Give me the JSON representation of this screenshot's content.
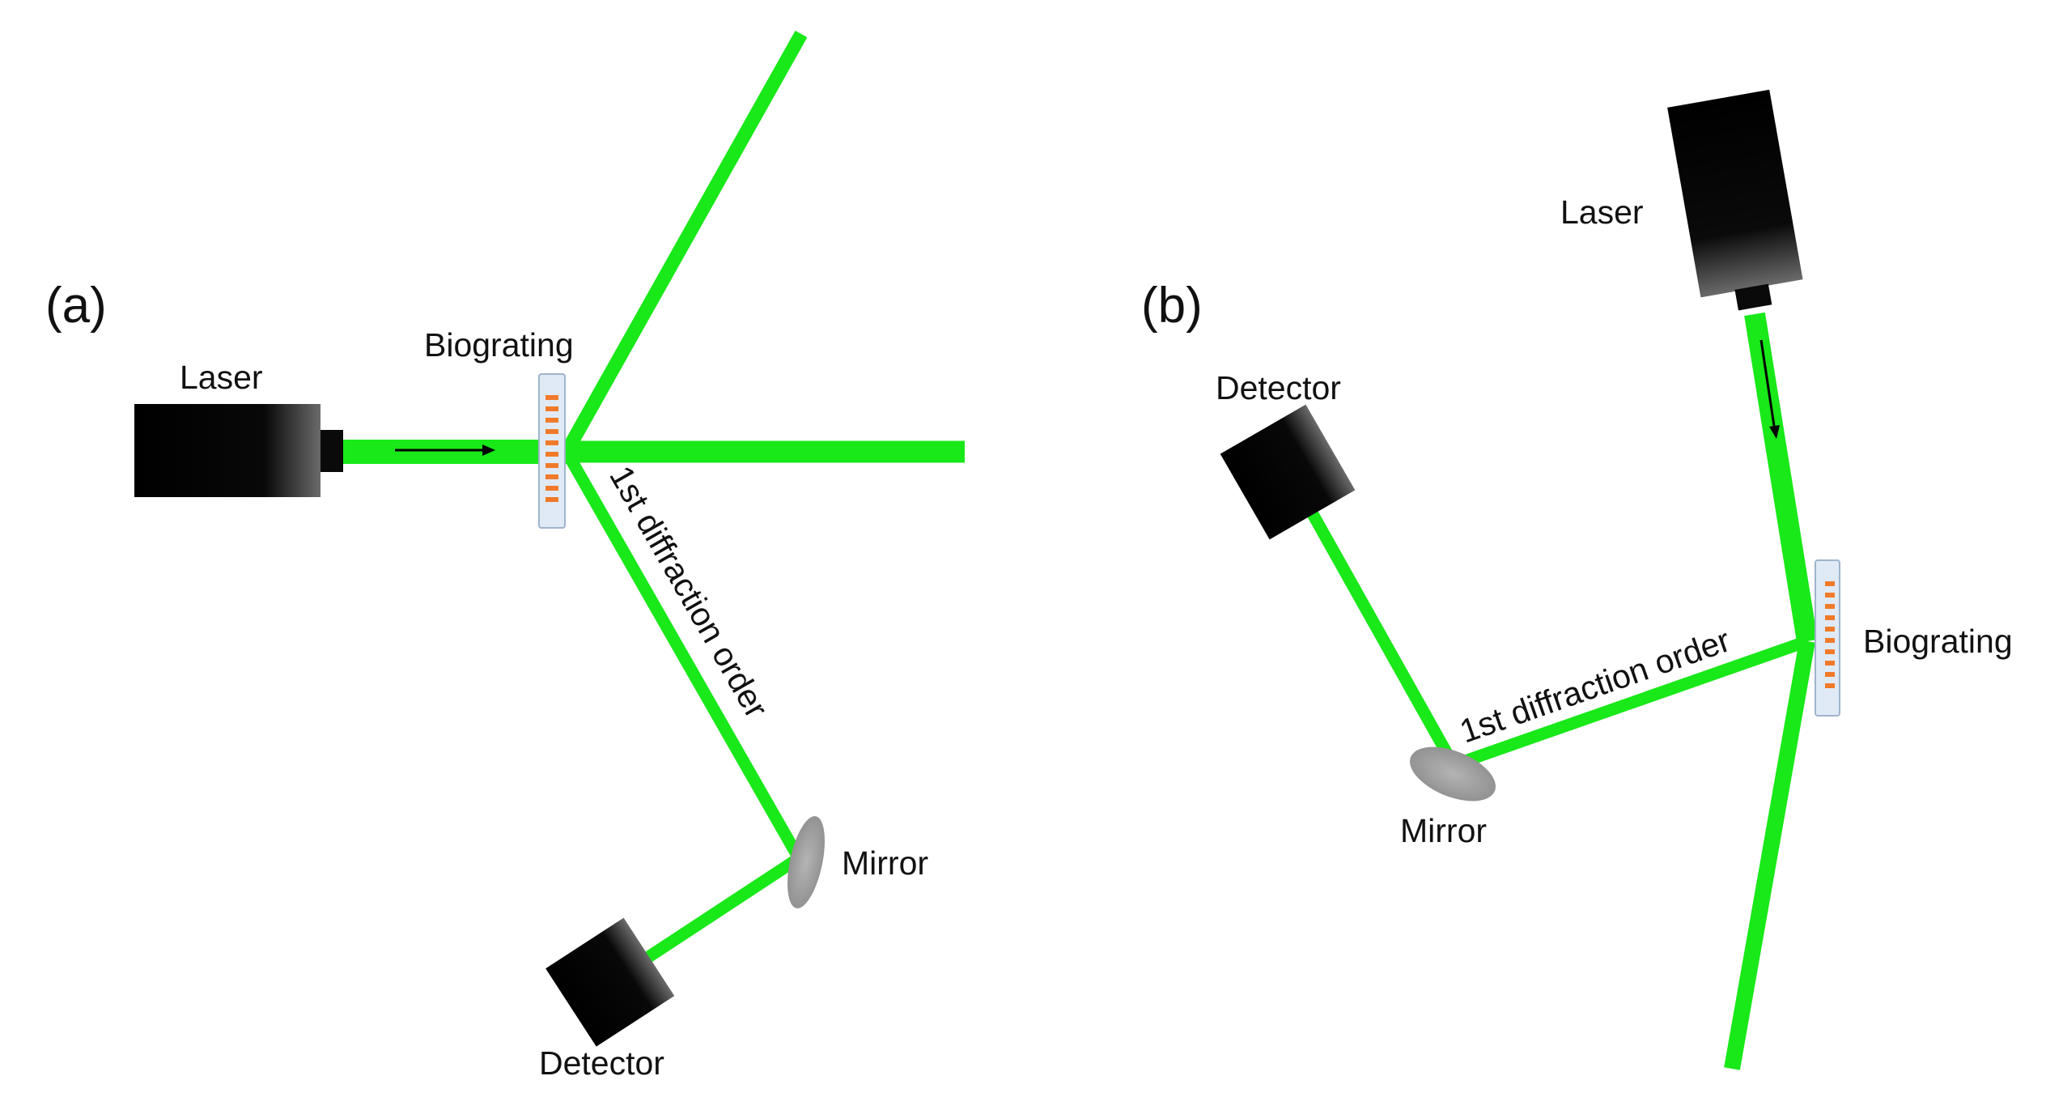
{
  "panels": [
    {
      "label": "(a)",
      "laser_label": "Laser",
      "grating_label": "Biograting",
      "order_label": "1st diffraction order",
      "mirror_label": "Mirror",
      "detector_label": "Detector"
    },
    {
      "label": "(b)",
      "laser_label": "Laser",
      "grating_label": "Biograting",
      "order_label": "1st diffraction order",
      "mirror_label": "Mirror",
      "detector_label": "Detector"
    }
  ],
  "colors": {
    "beam": "#19e819",
    "grating_fill": "#dfeaf6",
    "grating_marks": "#f07a2a",
    "device": "#000000",
    "mirror": "#9a9a9a"
  }
}
